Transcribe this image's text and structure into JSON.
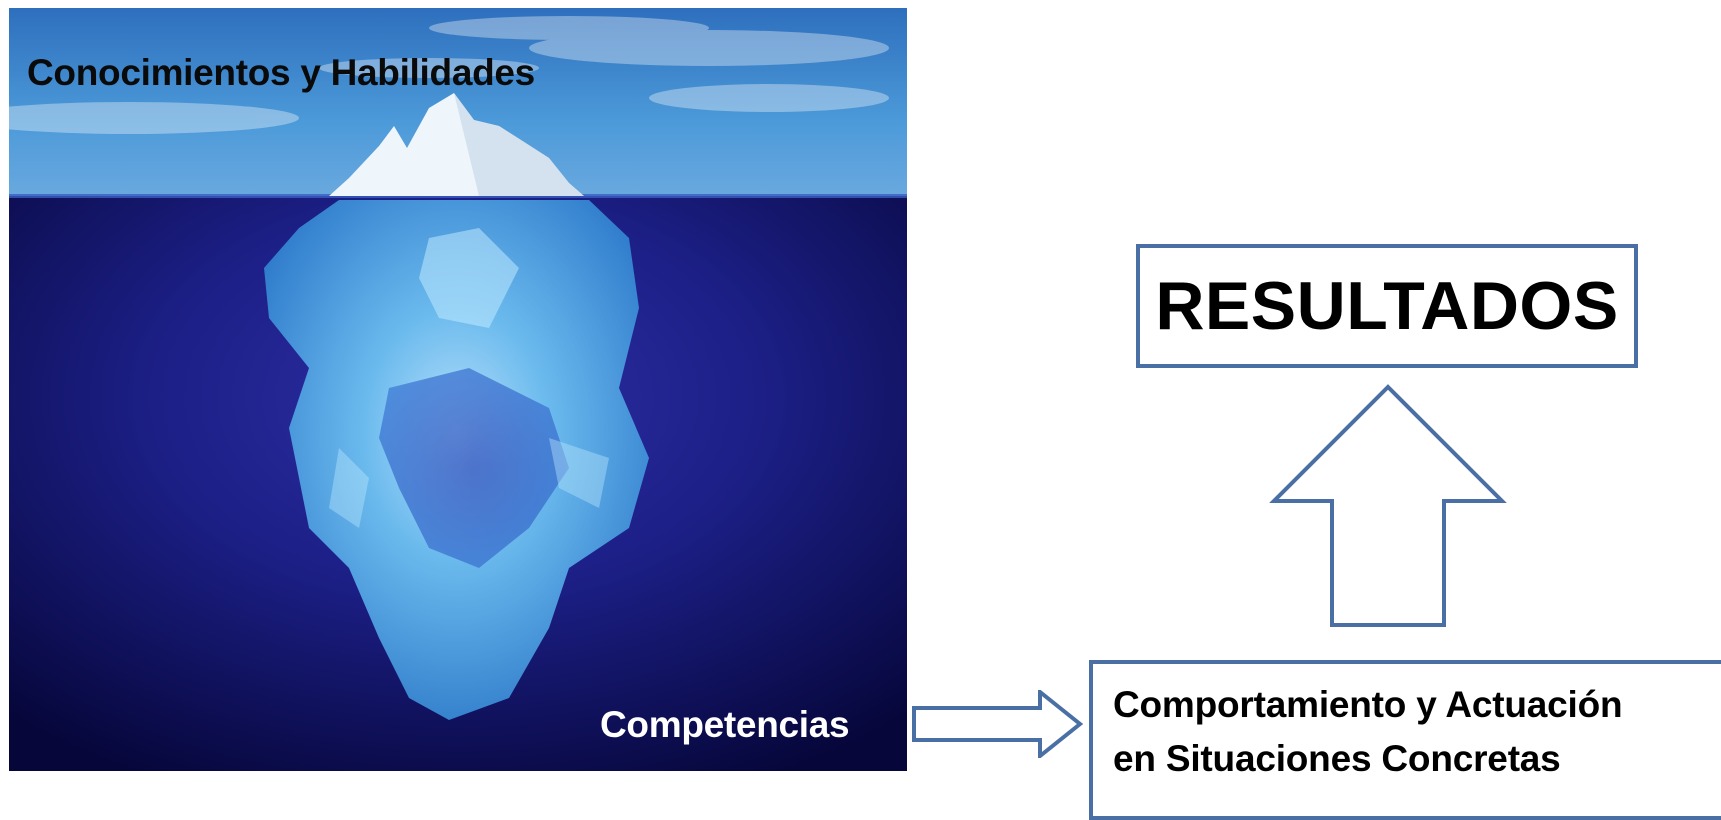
{
  "iceberg": {
    "label_top": "Conocimientos y Habilidades",
    "label_bottom": "Competencias"
  },
  "results": {
    "label": "RESULTADOS"
  },
  "behavior": {
    "line1": "Comportamiento y Actuación",
    "line2": "en Situaciones Concretas"
  },
  "colors": {
    "box_border": "#4a6fa5",
    "sky": "#3f8fd3",
    "deep_water": "#0b0b4a",
    "ice": "#79c8f2"
  },
  "icons": [
    "iceberg-image",
    "right-arrow-icon",
    "up-arrow-icon"
  ]
}
